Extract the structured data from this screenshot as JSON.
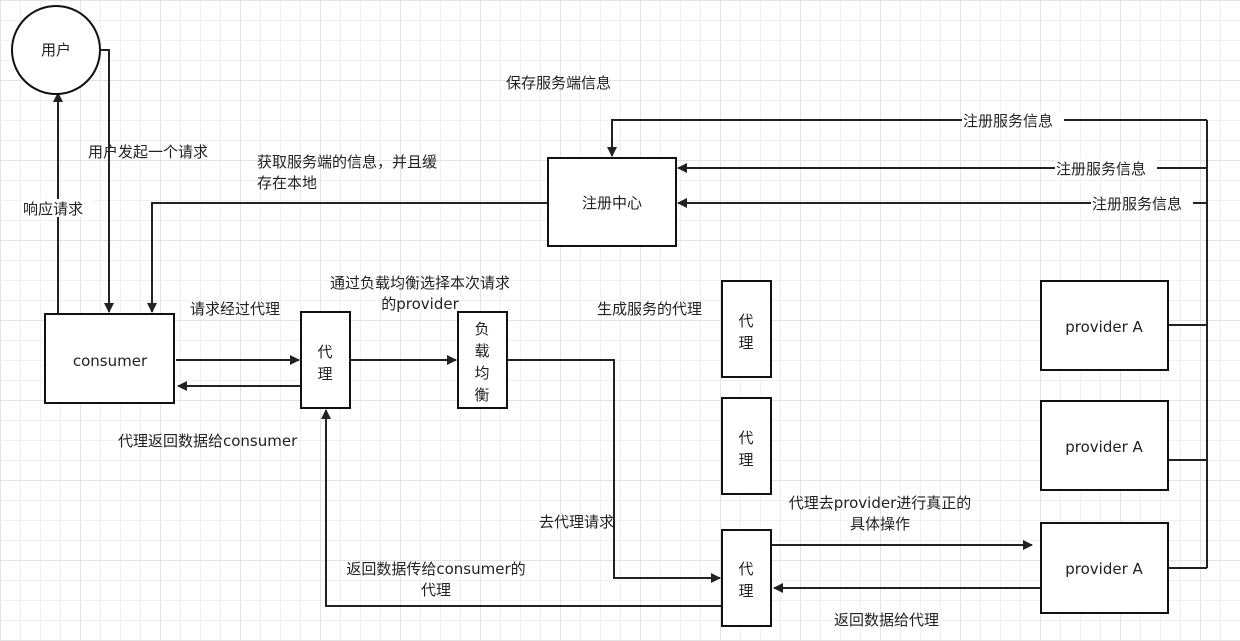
{
  "nodes": {
    "user": "用户",
    "consumer": "consumer",
    "registry": "注册中心",
    "proxy_consumer": [
      "代",
      "理"
    ],
    "load_balancer": [
      "负",
      "载",
      "均",
      "衡"
    ],
    "proxy_generated_1": [
      "代",
      "理"
    ],
    "proxy_generated_2": [
      "代",
      "理"
    ],
    "proxy_provider": [
      "代",
      "理"
    ],
    "provider_1": "provider A",
    "provider_2": "provider A",
    "provider_3": "provider A"
  },
  "labels": {
    "save_server_info": "保存服务端信息",
    "register_1": "注册服务信息",
    "register_2": "注册服务信息",
    "register_3": "注册服务信息",
    "user_request": "用户发起一个请求",
    "response": "响应请求",
    "fetch_info": [
      "获取服务端的信息，并且缓",
      "存在本地"
    ],
    "request_via_proxy": "请求经过代理",
    "select_provider": [
      "通过负载均衡选择本次请求",
      "的provider"
    ],
    "generate_proxy": "生成服务的代理",
    "proxy_return": "代理返回数据给consumer",
    "go_proxy_request": "去代理请求",
    "proxy_to_provider": [
      "代理去provider进行真正的",
      "具体操作"
    ],
    "return_to_consumer_proxy": [
      "返回数据传给consumer的",
      "代理"
    ],
    "return_to_proxy": "返回数据给代理"
  }
}
